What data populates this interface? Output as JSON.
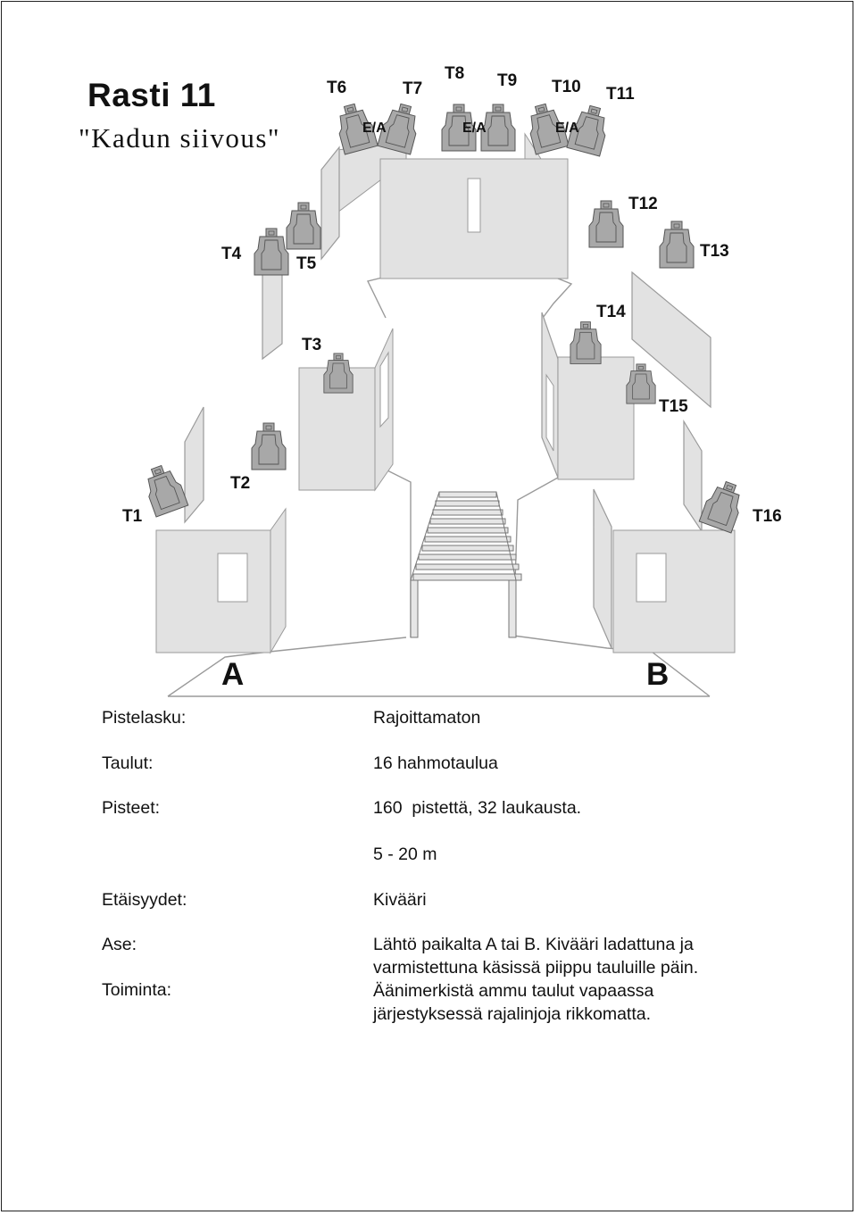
{
  "stage": {
    "title": "Rasti 11",
    "subtitle": "\"Kadun siivous\""
  },
  "targets": {
    "t1": "T1",
    "t2": "T2",
    "t3": "T3",
    "t4": "T4",
    "t5": "T5",
    "t6": "T6",
    "t7": "T7",
    "t8": "T8",
    "t9": "T9",
    "t10": "T10",
    "t11": "T11",
    "t12": "T12",
    "t13": "T13",
    "t14": "T14",
    "t15": "T15",
    "t16": "T16",
    "ea": "E/A"
  },
  "positions": {
    "a": "A",
    "b": "B"
  },
  "info": {
    "labels": {
      "scoring": "Pistelasku:",
      "targets": "Taulut:",
      "points": "Pisteet:",
      "distances": "Etäisyydet:",
      "weapon": "Ase:",
      "procedure": "Toiminta:"
    },
    "values": {
      "scoring": "Rajoittamaton",
      "targets": "16 hahmotaulua",
      "points": "160  pistettä, 32 laukausta.",
      "distances": "5 - 20 m",
      "weapon": "Kivääri",
      "procedure": "Lähtö paikalta A tai B. Kivääri ladattuna ja varmistettuna käsissä piippu tauluille päin. Äänimerkistä ammu taulut vapaassa järjestyksessä rajalinjoja rikkomatta."
    }
  },
  "colors": {
    "wall": "#e2e2e2",
    "wall_stroke": "#9a9a9a",
    "target": "#a8a8a8",
    "target_stroke": "#555555",
    "floor_line": "#9a9a9a"
  }
}
